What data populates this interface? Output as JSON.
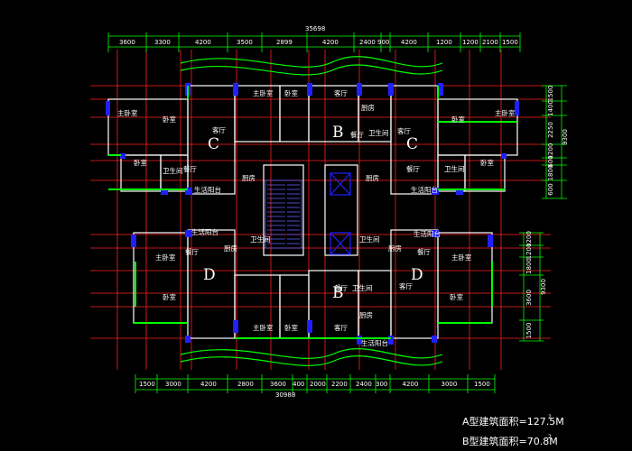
{
  "drawing": {
    "overall_top": "35698",
    "overall_bottom": "30988",
    "top_dims": [
      "3600",
      "3300",
      "4200",
      "3500",
      "2899",
      "4200",
      "2400",
      "900",
      "4200",
      "1200",
      "1200",
      "2100",
      "1500"
    ],
    "bottom_dims": [
      "1500",
      "3000",
      "4200",
      "2800",
      "3600",
      "400",
      "2000",
      "2200",
      "2400",
      "300",
      "4200",
      "3000",
      "1500"
    ],
    "right_dims_upper": [
      "1500",
      "1400",
      "2250",
      "1200",
      "600",
      "1800",
      "600"
    ],
    "right_total_upper": "9300",
    "right_dims_lower": [
      "1200",
      "1200",
      "1800",
      "3600",
      "1500"
    ],
    "right_total_lower": "9300",
    "units": [
      "C",
      "B",
      "C",
      "D",
      "B",
      "D"
    ],
    "rooms": {
      "master_bedroom": "主卧室",
      "bedroom": "卧室",
      "dining": "餐厅",
      "living": "客厅",
      "kitchen": "厨房",
      "bath": "卫生间",
      "balcony": "生活阳台"
    },
    "legend": [
      {
        "label": "A型建筑面积=127.5M",
        "sup": "2"
      },
      {
        "label": "B型建筑面积=70.8M",
        "sup": "2"
      }
    ]
  },
  "colors": {
    "wall": "#ffffff",
    "red": "#ff2020",
    "green": "#00ff00",
    "blue": "#2020ff",
    "gray": "#9a9a9a"
  }
}
